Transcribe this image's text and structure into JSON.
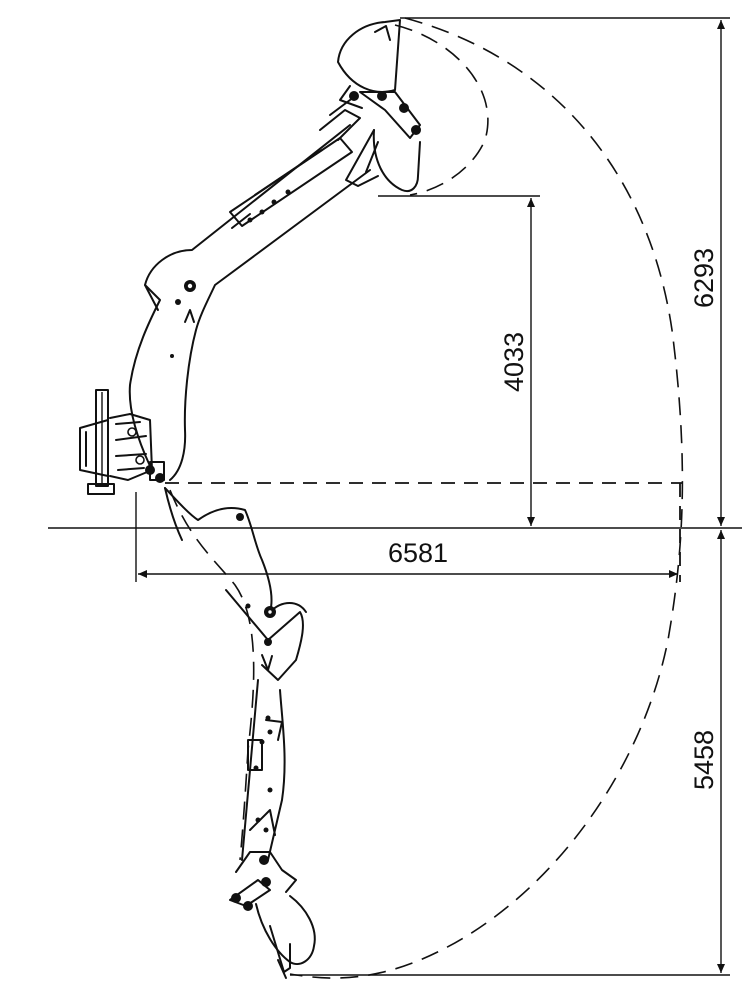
{
  "dimensions": {
    "max_height": "6293",
    "max_dump_height": "4033",
    "max_reach": "6581",
    "max_dig_depth": "5458"
  },
  "colors": {
    "line": "#111111",
    "background": "#ffffff"
  }
}
